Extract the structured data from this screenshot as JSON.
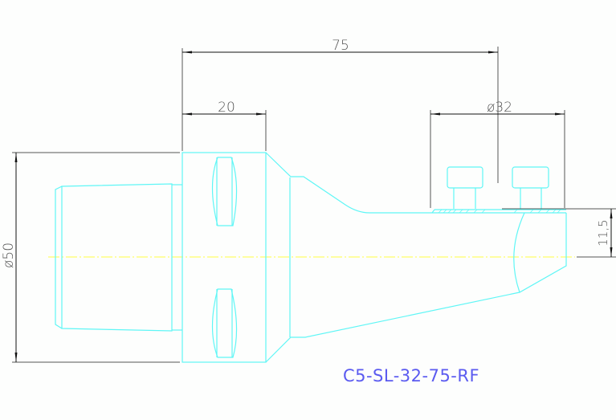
{
  "drawing": {
    "part_number": "C5-SL-32-75-RF",
    "dimensions": {
      "overall_length": "75",
      "flange_length": "20",
      "bore_diameter": "ø32",
      "flange_diameter": "ø50",
      "offset": "11,5"
    },
    "colors": {
      "outline": "#5ff6f6",
      "centerline": "#ffff44",
      "dimension": "#555555",
      "part_label": "#5b5bf0",
      "background": "#fdfefd"
    }
  }
}
